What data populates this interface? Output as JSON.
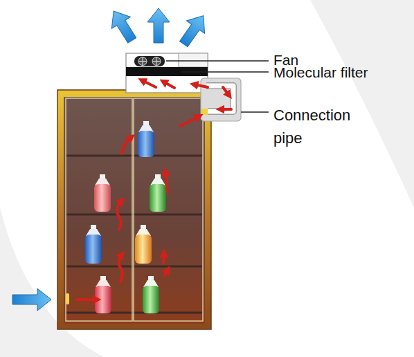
{
  "diagram": {
    "labels": [
      "Fan",
      "Molecular filter",
      "Connection pipe"
    ]
  }
}
